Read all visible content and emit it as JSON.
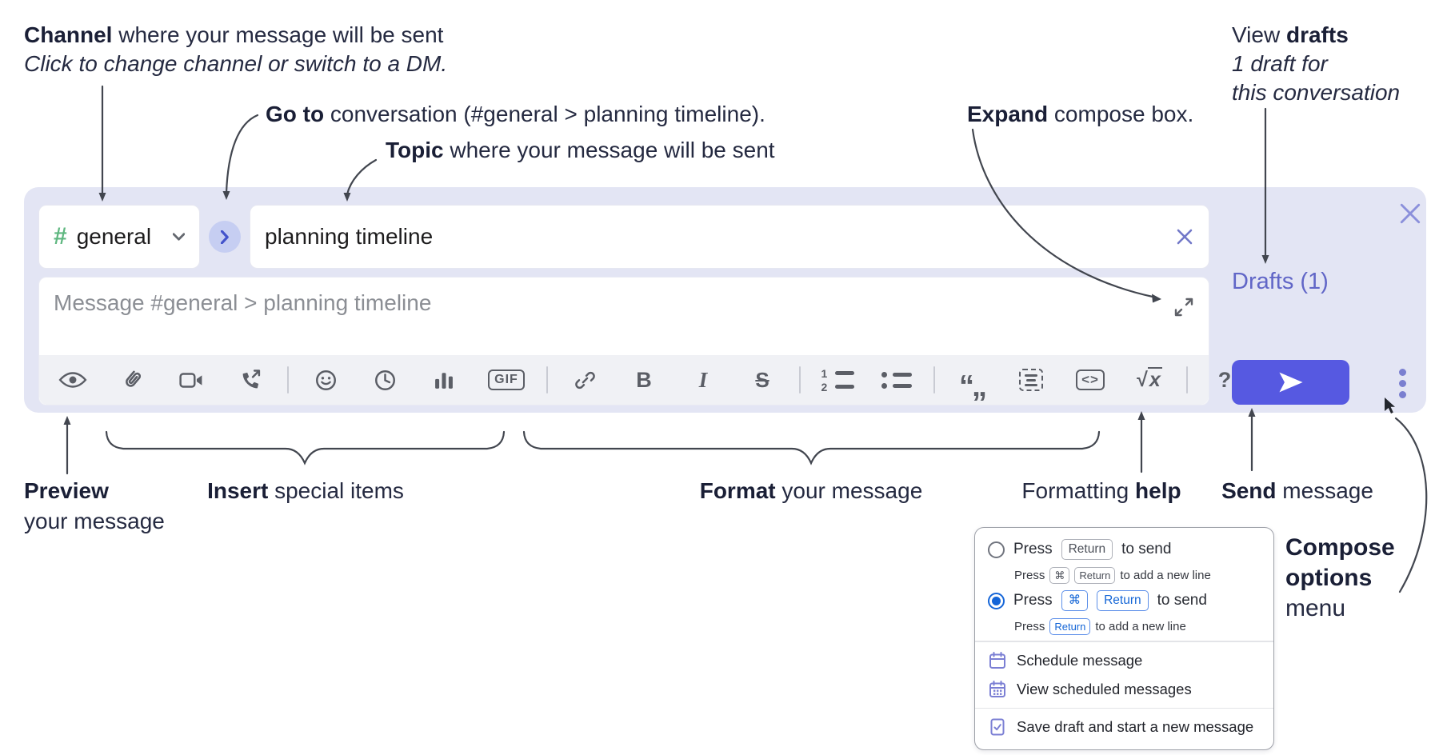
{
  "annotations": {
    "channel": {
      "bold": "Channel",
      "rest": " where your message will be sent",
      "sub": "Click to change channel or switch to a DM."
    },
    "goto": {
      "bold": "Go to",
      "rest": " conversation (#general > planning timeline)."
    },
    "topic": {
      "bold": "Topic",
      "rest": " where your message will be sent"
    },
    "expand": {
      "bold": "Expand",
      "rest": " compose box."
    },
    "drafts": {
      "pre": "View ",
      "bold": "drafts",
      "line2": "1 draft for",
      "line3": "this conversation"
    },
    "preview": {
      "bold": "Preview",
      "line2": "your message"
    },
    "insert": {
      "bold": "Insert",
      "rest": " special items"
    },
    "format": {
      "bold": "Format",
      "rest": " your message"
    },
    "help": {
      "pre": "Formatting ",
      "bold": "help"
    },
    "send": {
      "bold": "Send",
      "rest": " message"
    },
    "compose_options": {
      "line1": "Compose",
      "line2": "options",
      "line3": "menu"
    }
  },
  "composer": {
    "channel_hash": "#",
    "channel_name": "general",
    "topic_value": "planning timeline",
    "message_placeholder": "Message #general > planning timeline",
    "drafts_label": "Drafts (1)"
  },
  "toolbar": {
    "gif": "GIF",
    "bold": "B",
    "italic": "I",
    "strike": "S",
    "quote": "“„",
    "code": "<>",
    "sqrt_sign": "√",
    "sqrt_x": "x",
    "help": "?"
  },
  "menu": {
    "option1": {
      "press": "Press",
      "key": "Return",
      "suffix": "to send",
      "sub_press": "Press",
      "sub_key1": "⌘",
      "sub_key2": "Return",
      "sub_suffix": "to add a new line"
    },
    "option2": {
      "press": "Press",
      "key1": "⌘",
      "key2": "Return",
      "suffix": "to send",
      "sub_press": "Press",
      "sub_key": "Return",
      "sub_suffix": "to add a new line"
    },
    "items": [
      {
        "label": "Schedule message"
      },
      {
        "label": "View scheduled messages"
      },
      {
        "label": "Save draft and start a new message"
      }
    ]
  },
  "colors": {
    "container": "#E3E5F4",
    "send_button": "#5659E1",
    "accent_purple": "#7A7FD0",
    "drafts_link": "#6166C7",
    "channel_hash_green": "#5FB780",
    "selected_radio_blue": "#1465D8",
    "kbd_blue": "#1566D6",
    "toolbar_icon": "#5B5E66",
    "annotation_text": "#252A41"
  }
}
